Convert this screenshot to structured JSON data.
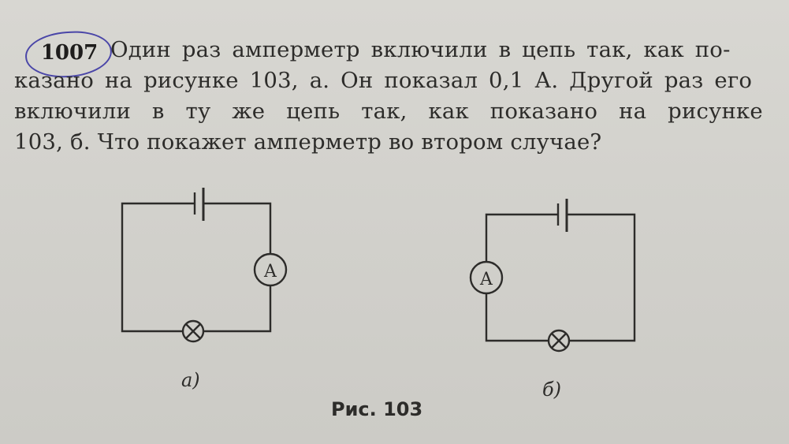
{
  "problem": {
    "number": "1007",
    "line1": "Один раз амперметр включили в цепь так, как по-",
    "line2": "казано на рисунке 103, а. Он показал 0,1 А. Другой раз его",
    "line3": "включили в ту же цепь так, как показано на рисунке",
    "line4": "103, б. Что покажет амперметр во втором случае?"
  },
  "figure": {
    "title": "Рис. 103",
    "circuit_a": {
      "caption": "а)",
      "ammeter_label": "A",
      "components": [
        "battery-icon",
        "ammeter-icon",
        "lamp-icon"
      ]
    },
    "circuit_b": {
      "caption": "б)",
      "ammeter_label": "A",
      "components": [
        "battery-icon",
        "ammeter-icon",
        "lamp-icon"
      ]
    }
  },
  "colors": {
    "page": "#d3d2cd",
    "ink": "#2d2c2a",
    "pen_mark": "#4a46a8"
  }
}
